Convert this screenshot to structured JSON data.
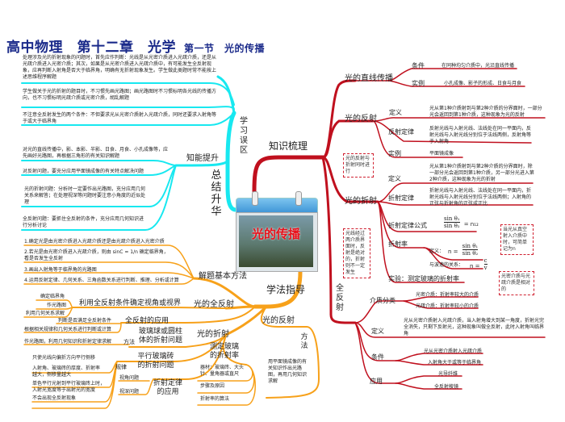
{
  "title": {
    "main": "高中物理　第十二章　光学",
    "section": "第一节　光的传播"
  },
  "center": {
    "label": "光的传播"
  },
  "branches": {
    "summary": {
      "label": "总结升华",
      "mistakes": {
        "label": "学习误区",
        "items": [
          "处理涉及光的折射现象的问题时，首先应作判断：光线是从光密介质进入光疏介质，还是从光疏介质进入光密介质；其次，如果是从光密介质进入光疏介质中，有可能发生全反射现象，应再判断入射角是否大于临界角，明确有无折射现象发生。学生做此类题时常不能按上述思维程序解题",
          "学生做关于光的折射的题目时，不习惯先画光路图；画光路图时不习惯标明各光线的传播方向，也不习惯标明光疏介质或光密介质，胡乱解题",
          "不注意全反射发生的两个条件：不但要求光从光密介质射入光疏介质，同时还要求入射角等于或大于临界角"
        ]
      },
      "improve": {
        "label": "知能提升",
        "items": [
          "对光的直线传播中，影、本影、半影、日食、月食、小孔成像等，应先画好光路图，再根据三角形的有关知识解题",
          "对反射问题，要充分应用平面镜成像的有关特点解决问题",
          "光的折射问题：分析时一定要作出光路图，充分应用几何关系来解答；在处理视深等问题时要注意小角度的近似处理",
          "全反射问题：要抓住全反射的条件，充分应用几何知识进行分析讨论"
        ]
      }
    },
    "method": {
      "label": "学法指导",
      "basic": {
        "label": "解题基本方法",
        "items": [
          "1.确定光是由光密介质进入光疏介质还是由光疏介质进入光密介质",
          "2.若光是由光密介质进入光疏介质，则由 sinC = 1/n 确定临界角，看是否发生全反射",
          "3.画出入射角等于临界角的光路图",
          "4.运用反射定律、几何关系、三角函数关系进行判断、推理、分析或计算"
        ]
      },
      "total_reflection": {
        "label": "光的全反射",
        "sub": [
          {
            "label": "利用全反射条件确定视角或视界",
            "items": [
              "确定临界角",
              "作光路图",
              "利用几何关系求解"
            ]
          },
          {
            "label": "全反射的应用",
            "items": [
              "判断是否满足全反射条件",
              "根据相关规律和几何关系进行判断或计算"
            ]
          }
        ]
      },
      "refraction": {
        "label": "光的折射",
        "sub": [
          {
            "label": "玻璃球或圆柱体的折射问题",
            "method_label": "方法",
            "items": [
              "作光路图，利用几何知识和折射定律求解"
            ]
          },
          {
            "label": "平行玻璃砖的折射问题",
            "rule_label": "规律",
            "items": [
              "只使光线向偏折方向平行侧移",
              "入射角、玻璃砖的厚度、折射率越大，侧移量越大",
              "单色平行光射到平行玻璃砖上时，入射光宽度等于出射光的宽度",
              "不会出现全反射现象"
            ]
          },
          {
            "label": "折射定律的应用",
            "items": [
              "视角问题",
              "视深问题"
            ]
          },
          {
            "label": "测定玻璃的折射率",
            "items": [
              "器材：玻璃砖、大头针、量角器或直尺",
              "步骤及原因",
              "折射率的算法"
            ]
          }
        ]
      },
      "reflection": {
        "label": "光的反射",
        "method_label": "方法",
        "text": "用平面镜成像的有关知识作出光路图，再用几何知识求解"
      }
    },
    "knowledge": {
      "label": "知识梳理",
      "straight": {
        "label": "光的直线传播",
        "condition_label": "条件",
        "condition": "在同种均匀介质中，光沿直线传播",
        "example_label": "实例",
        "example": "小孔成像、影子的形成、日食与月食"
      },
      "reflection": {
        "label": "光的反射",
        "def_label": "定义",
        "def": "光从第1种介质射到与第2种介质的分界面时，一部分光会返回到第1种介质，这种现象为光的反射",
        "law_label": "反射定律",
        "law": "反射光线与入射光线、法线处在同一平面内，反射光线与入射光线分别位于法线两侧，反射角等于入射角",
        "example_label": "实例",
        "example": "平面镜成像"
      },
      "note_simul": "光的反射与折射同时进行",
      "refraction": {
        "label": "光的折射",
        "def_label": "定义",
        "def": "光从第1种介质射到与第2种介质的分界面时，除一部分光会返回到第1种介质，另一部分光进入第2种介质，这种现象为光的折射",
        "law_label": "折射定律",
        "law": "折射光线与入射光线、法线处在同一平面内，折射光线与入射光线分别位于法线两侧；入射角的正弦与折射角的正弦成正比",
        "formula_label": "折射定律公式",
        "formula": {
          "num": "sin θ₁",
          "den": "sin θ₂",
          "rhs": "= n₁₂"
        },
        "formula_note": "当光从真空射入介质中时，可简单记为n",
        "index_label": "折射率",
        "index_def_label": "定义：",
        "index_def": {
          "lhs": "n =",
          "num": "sin θ₁",
          "den": "sin θ₂"
        },
        "index_speed_label": "与波速的关系：",
        "index_speed": {
          "lhs": "n =",
          "num": "c",
          "den": "v"
        },
        "experiment": "实验：测定玻璃的折射率"
      },
      "note_reversible": "光线经过两介质界面时，反射是绝对的，折射则不一定发生",
      "total": {
        "label": "全反射",
        "medium_label": "介质分类",
        "medium": [
          "光密介质：折射率较大的介质",
          "光疏介质：折射率较小的介质"
        ],
        "medium_note": "光密介质与光疏介质是相对的",
        "def_label": "定义",
        "def": "光从光密介质射入光疏介质，当入射角增大到某一角度，折射光完全消失，只剩下反射光，这种现象叫做全反射，此时入射角叫临界角",
        "cond_label": "条件",
        "cond": [
          "光从光密介质射入光疏介质",
          "入射角大于或等于临界角"
        ],
        "app_label": "应用",
        "app": [
          "光导纤维",
          "全反射棱镜"
        ]
      }
    }
  },
  "colors": {
    "cyan": "#18e8f0",
    "orange": "#f7a11a",
    "red": "#c0101e",
    "title": "#1a2a8a"
  }
}
